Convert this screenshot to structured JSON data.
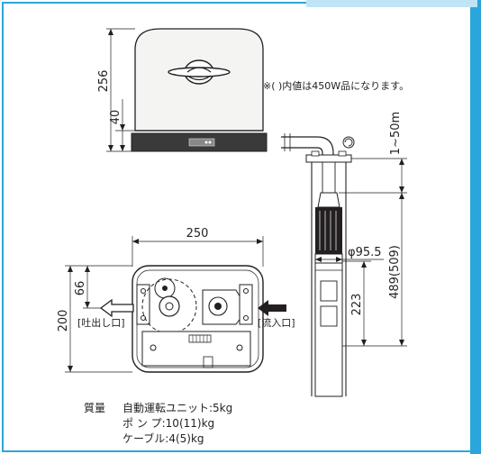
{
  "note": "※( )内値は450W品になります。",
  "dimensions": {
    "unit_height": "256",
    "unit_base": "40",
    "unit_width": "250",
    "plan_depth": "200",
    "plan_offset": "66",
    "pump_diameter": "φ95.5",
    "pump_length": "489(509)",
    "pump_section": "223",
    "depth_range": "1~50m"
  },
  "labels": {
    "outlet": "[吐出し口]",
    "inlet": "[流入口]"
  },
  "weights": {
    "heading": "質量",
    "unit": "自動運転ユニット:5kg",
    "pump": "ポ ン プ:10(11)kg",
    "cable": "ケーブル:4(5)kg"
  },
  "colors": {
    "frame_blue": "#2aa6dc",
    "line": "#231f20",
    "housing_fill": "#f4f4f2",
    "base_fill": "#3a3a3a",
    "arrow_fill": "#231f20"
  }
}
